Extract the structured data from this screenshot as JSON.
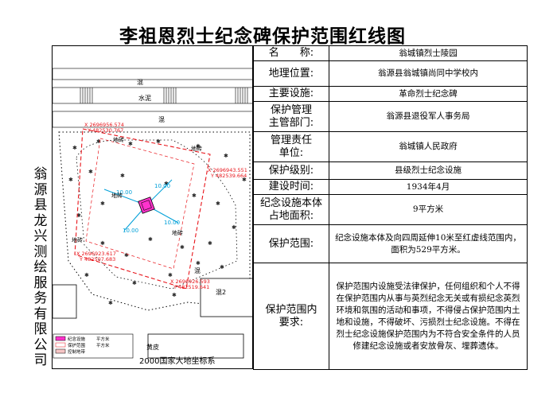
{
  "title": "李祖恩烈士纪念碑保护范围红线图",
  "org_vertical": [
    "翁",
    "源",
    "县",
    "龙",
    "兴",
    "测",
    "绘",
    "服",
    "务",
    "有",
    "限",
    "公",
    "司"
  ],
  "map": {
    "road_labels": [
      "混",
      "水泥",
      "混",
      "混",
      "混2",
      "黄皮"
    ],
    "shade_labels": [
      "地砖",
      "地砖",
      "地砖",
      "地砖",
      "地砖"
    ],
    "measure_labels": [
      "10.00",
      "10.00",
      "10.00",
      "10.00"
    ],
    "coordinates": [
      {
        "x": "X 2696956.574",
        "y": "Y 482530.767"
      },
      {
        "x": "X 2696943.551",
        "y": "Y 482539.664"
      },
      {
        "x": "X 2696923.617",
        "y": "Y 482507.683"
      },
      {
        "x": "X 2696926.593",
        "y": "Y 482519.641"
      }
    ],
    "coord_system": "2000国家大地坐标系",
    "legend": [
      {
        "label": "纪念设施",
        "color": "#ff33cc"
      },
      {
        "label": "保护范围",
        "color": "#ffffff"
      },
      {
        "label": "控制地带",
        "color": "#f7c6c6"
      }
    ],
    "legend_side_labels": [
      "平方米",
      "平方米"
    ],
    "colors": {
      "boundary": "#e8141a",
      "measure": "#00a0d8",
      "monument": "#ff33cc"
    }
  },
  "rows": [
    {
      "key": "名　　称:",
      "value": "翁城镇烈士陵园"
    },
    {
      "key": "地理位置:",
      "value": "翁源县翁城镇尚同中学校内"
    },
    {
      "key": "主要设施:",
      "value": "革命烈士纪念碑"
    },
    {
      "key": "保护管理\n主管部门:",
      "value": "翁源县退役军人事务局"
    },
    {
      "key": "管理责任\n单位:",
      "value": "翁城镇人民政府"
    },
    {
      "key": "保护级别:",
      "value": "县级烈士纪念设施"
    },
    {
      "key": "建设时间:",
      "value": "1934年4月"
    },
    {
      "key": "纪念设施本体\n占地面积:",
      "value": "9平方米"
    },
    {
      "key": "保护范围:",
      "value": "纪念设施本体及向四周延伸10米至红虚线范围内，面积为529平方米。"
    },
    {
      "key": "保护范围内\n要求:",
      "value": "保护范围内设施受法律保护，任何组织和个人不得在保护范围内从事与英烈纪念无关或有损纪念英烈环境和氛围的活动和事项，不得侵占保护范围内土地和设施，不得破坏、污损烈士纪念设施。不得在烈士纪念设施保护范围内为不符合安全条件的人员修建纪念设施或者安放骨灰、埋葬遗体。"
    }
  ]
}
